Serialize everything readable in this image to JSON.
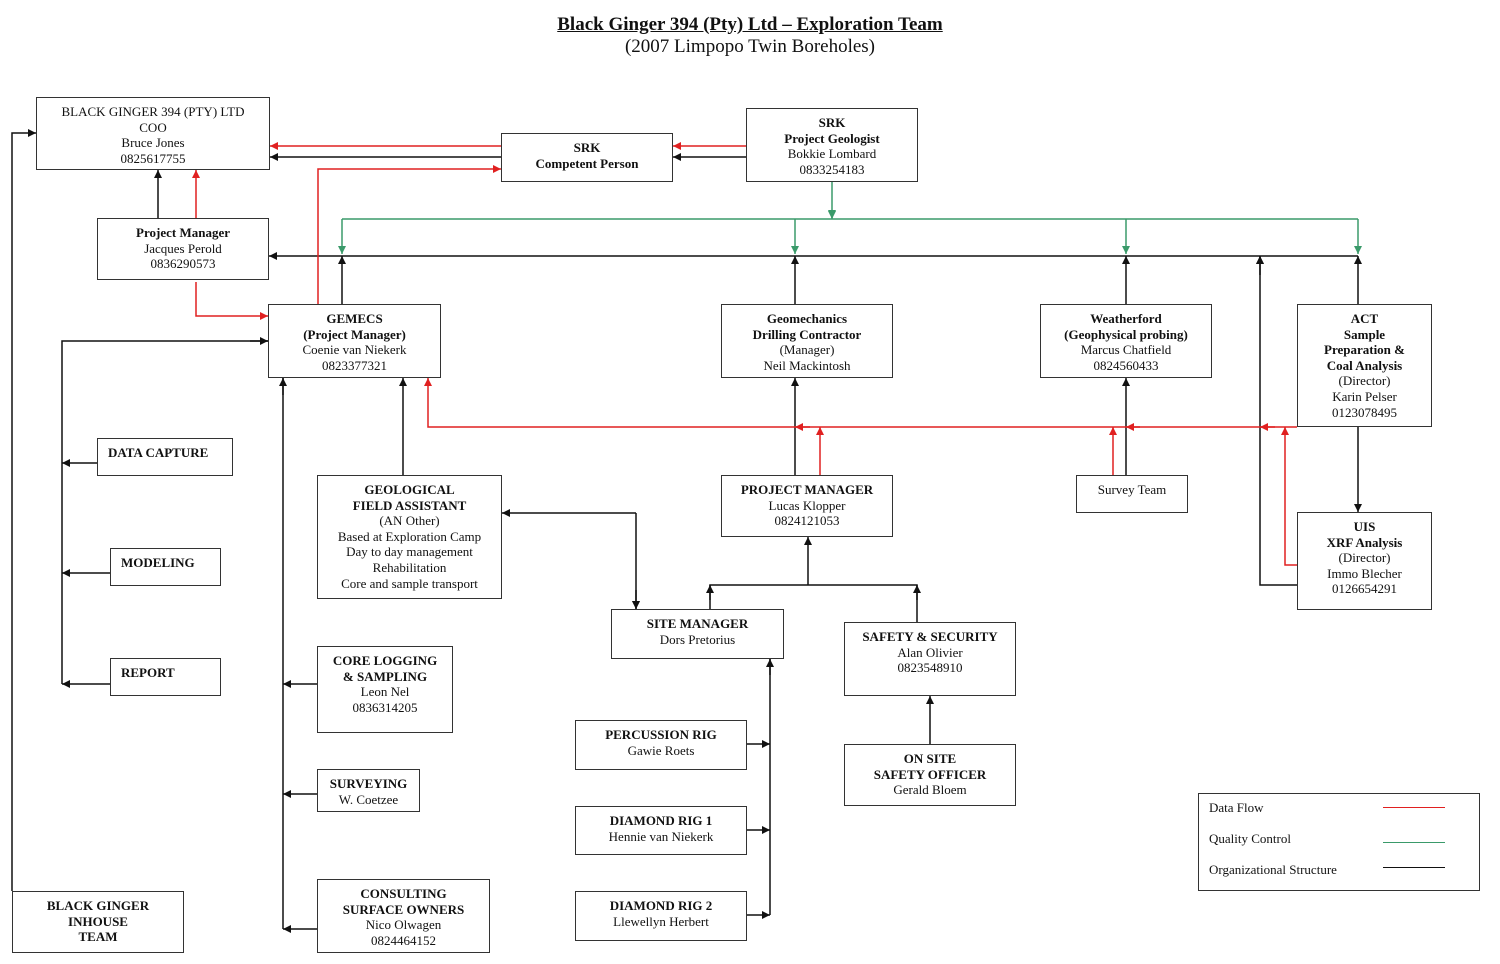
{
  "title": {
    "main": "Black Ginger 394 (Pty) Ltd – Exploration Team",
    "subtitle": "(2007 Limpopo Twin Boreholes)"
  },
  "colors": {
    "data_flow": "#e02020",
    "quality_control": "#3a9a6a",
    "organizational": "#111111"
  },
  "nodes": {
    "coo": {
      "lines": [
        "BLACK GINGER 394 (PTY) LTD",
        "COO",
        "Bruce Jones",
        "0825617755"
      ]
    },
    "srk_cp": {
      "bold": [
        "SRK",
        "Competent Person"
      ],
      "lines": []
    },
    "srk_pg": {
      "bold": [
        "SRK",
        "Project Geologist"
      ],
      "lines": [
        "Bokkie Lombard",
        "0833254183"
      ]
    },
    "pm_jp": {
      "bold": [
        "Project Manager"
      ],
      "lines": [
        "Jacques Perold",
        "0836290573"
      ]
    },
    "gemecs": {
      "bold": [
        "GEMECS",
        "(Project Manager)"
      ],
      "lines": [
        "Coenie van Niekerk",
        "0823377321"
      ]
    },
    "geomech": {
      "bold": [
        "Geomechanics",
        "Drilling Contractor"
      ],
      "lines": [
        "(Manager)",
        "Neil Mackintosh"
      ]
    },
    "weatherford": {
      "bold": [
        "Weatherford",
        "(Geophysical probing)"
      ],
      "lines": [
        "Marcus Chatfield",
        "0824560433"
      ]
    },
    "act": {
      "bold": [
        "ACT",
        "Sample",
        "Preparation &",
        "Coal Analysis"
      ],
      "lines": [
        "(Director)",
        "Karin Pelser",
        "0123078495"
      ]
    },
    "uis": {
      "bold": [
        "UIS",
        "XRF Analysis"
      ],
      "lines": [
        "(Director)",
        "Immo Blecher",
        "0126654291"
      ]
    },
    "data_capture": {
      "bold": [
        "DATA CAPTURE"
      ],
      "lines": []
    },
    "modeling": {
      "bold": [
        "MODELING"
      ],
      "lines": []
    },
    "report": {
      "bold": [
        "REPORT"
      ],
      "lines": []
    },
    "geo_field": {
      "bold": [
        "GEOLOGICAL",
        "FIELD ASSISTANT"
      ],
      "lines": [
        "(AN Other)",
        "Based at Exploration Camp",
        "Day to day management",
        "Rehabilitation",
        "Core and sample transport"
      ]
    },
    "pm_lk": {
      "bold": [
        "PROJECT MANAGER"
      ],
      "lines": [
        "Lucas Klopper",
        "0824121053"
      ]
    },
    "survey_team": {
      "bold": [],
      "lines": [
        "Survey Team"
      ]
    },
    "site_manager": {
      "bold": [
        "SITE MANAGER"
      ],
      "lines": [
        "Dors Pretorius"
      ]
    },
    "safety": {
      "bold": [
        "SAFETY & SECURITY"
      ],
      "lines": [
        "Alan Olivier",
        "0823548910"
      ]
    },
    "core_logging": {
      "bold": [
        "CORE LOGGING",
        "& SAMPLING"
      ],
      "lines": [
        "Leon Nel",
        "0836314205"
      ]
    },
    "surveying": {
      "bold": [
        "SURVEYING"
      ],
      "lines": [
        "W. Coetzee"
      ]
    },
    "consulting": {
      "bold": [
        "CONSULTING",
        "SURFACE OWNERS"
      ],
      "lines": [
        "Nico Olwagen",
        "0824464152"
      ]
    },
    "percussion": {
      "bold": [
        "PERCUSSION RIG"
      ],
      "lines": [
        "Gawie Roets"
      ]
    },
    "diamond1": {
      "bold": [
        "DIAMOND RIG 1"
      ],
      "lines": [
        "Hennie van Niekerk"
      ]
    },
    "diamond2": {
      "bold": [
        "DIAMOND RIG 2"
      ],
      "lines": [
        "Llewellyn Herbert"
      ]
    },
    "onsite_safety": {
      "bold": [
        "ON SITE",
        "SAFETY OFFICER"
      ],
      "lines": [
        "Gerald Bloem"
      ]
    },
    "inhouse": {
      "bold": [
        "BLACK GINGER",
        "INHOUSE",
        "TEAM"
      ],
      "lines": []
    }
  },
  "legend": {
    "items": [
      {
        "label": "Data Flow",
        "type": "data_flow"
      },
      {
        "label": "Quality Control",
        "type": "quality_control"
      },
      {
        "label": "Organizational Structure",
        "type": "organizational"
      }
    ]
  }
}
